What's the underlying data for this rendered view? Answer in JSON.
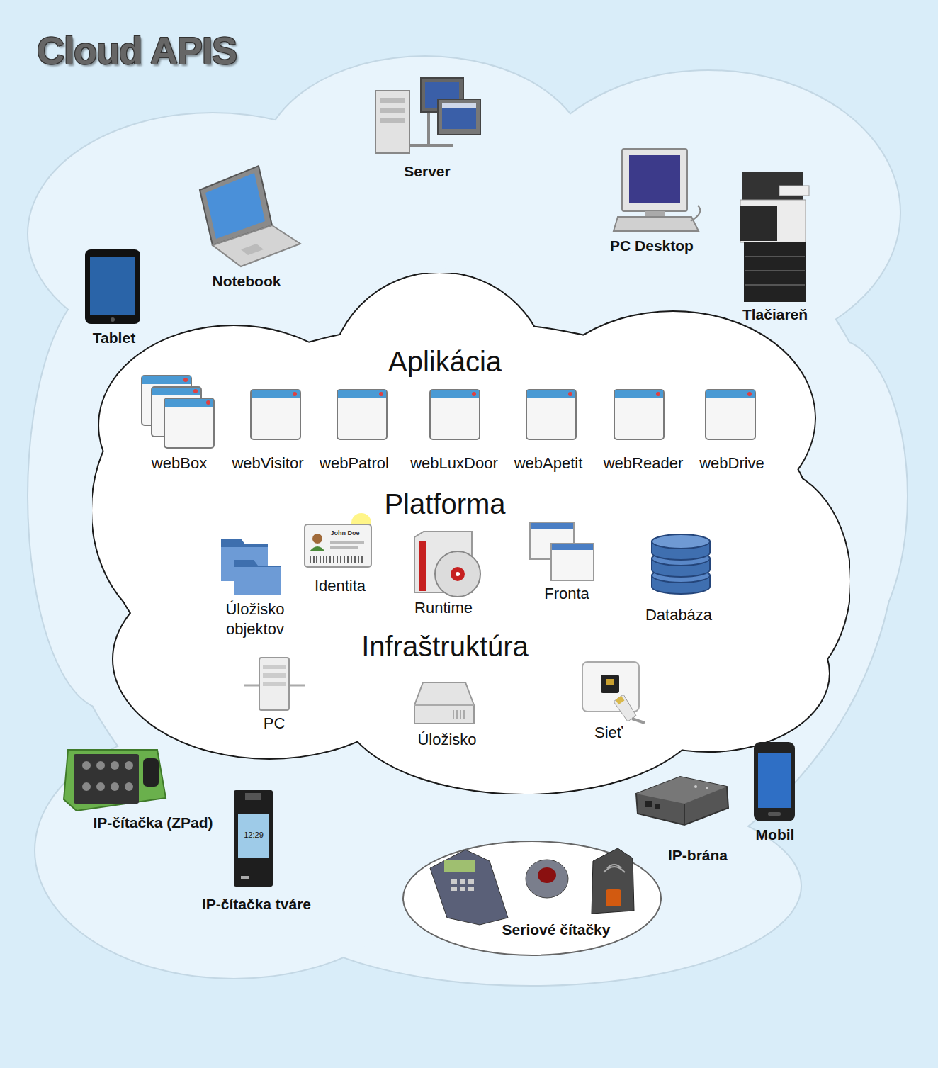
{
  "diagram": {
    "title": "Cloud APIS",
    "nodes": [
      {
        "text": [
          "Server"
        ]
      },
      {
        "text": [
          "PC Desktop"
        ]
      },
      {
        "text": [
          "Notebook"
        ]
      },
      {
        "text": [
          "Tablet"
        ]
      },
      {
        "text": [
          "Tlačiareň"
        ]
      },
      {
        "text": [
          "Aplikácia",
          "Platforma",
          "Infraštruktúra"
        ]
      },
      {
        "text": [
          "webBox"
        ],
        "in": 5
      },
      {
        "text": [
          "webVisitor"
        ],
        "in": 5
      },
      {
        "text": [
          "webPatrol"
        ],
        "in": 5
      },
      {
        "text": [
          "webLuxDoor"
        ],
        "in": 5
      },
      {
        "text": [
          "webApetit"
        ],
        "in": 5
      },
      {
        "text": [
          "webReader"
        ],
        "in": 5
      },
      {
        "text": [
          "webDrive"
        ],
        "in": 5
      },
      {
        "text": [
          "Úložisko objektov"
        ],
        "in": 5
      },
      {
        "text": [
          "Identita"
        ],
        "in": 5
      },
      {
        "text": [
          "Runtime"
        ],
        "in": 5
      },
      {
        "text": [
          "Fronta"
        ],
        "in": 5
      },
      {
        "text": [
          "Databáza"
        ],
        "in": 5
      },
      {
        "text": [
          "PC"
        ],
        "in": 5
      },
      {
        "text": [
          "Úložisko"
        ],
        "in": 5
      },
      {
        "text": [
          "Sieť"
        ],
        "in": 5
      },
      {
        "text": [
          "Mobil"
        ]
      },
      {
        "text": [
          "IP-čítačka (ZPad)"
        ]
      },
      {
        "text": [
          "IP-brána"
        ]
      },
      {
        "text": [
          "IP-čítačka tváre"
        ]
      },
      {
        "text": [
          "Seriové čítačky"
        ]
      }
    ],
    "labels": [
      "John Doe",
      "12:29"
    ]
  }
}
